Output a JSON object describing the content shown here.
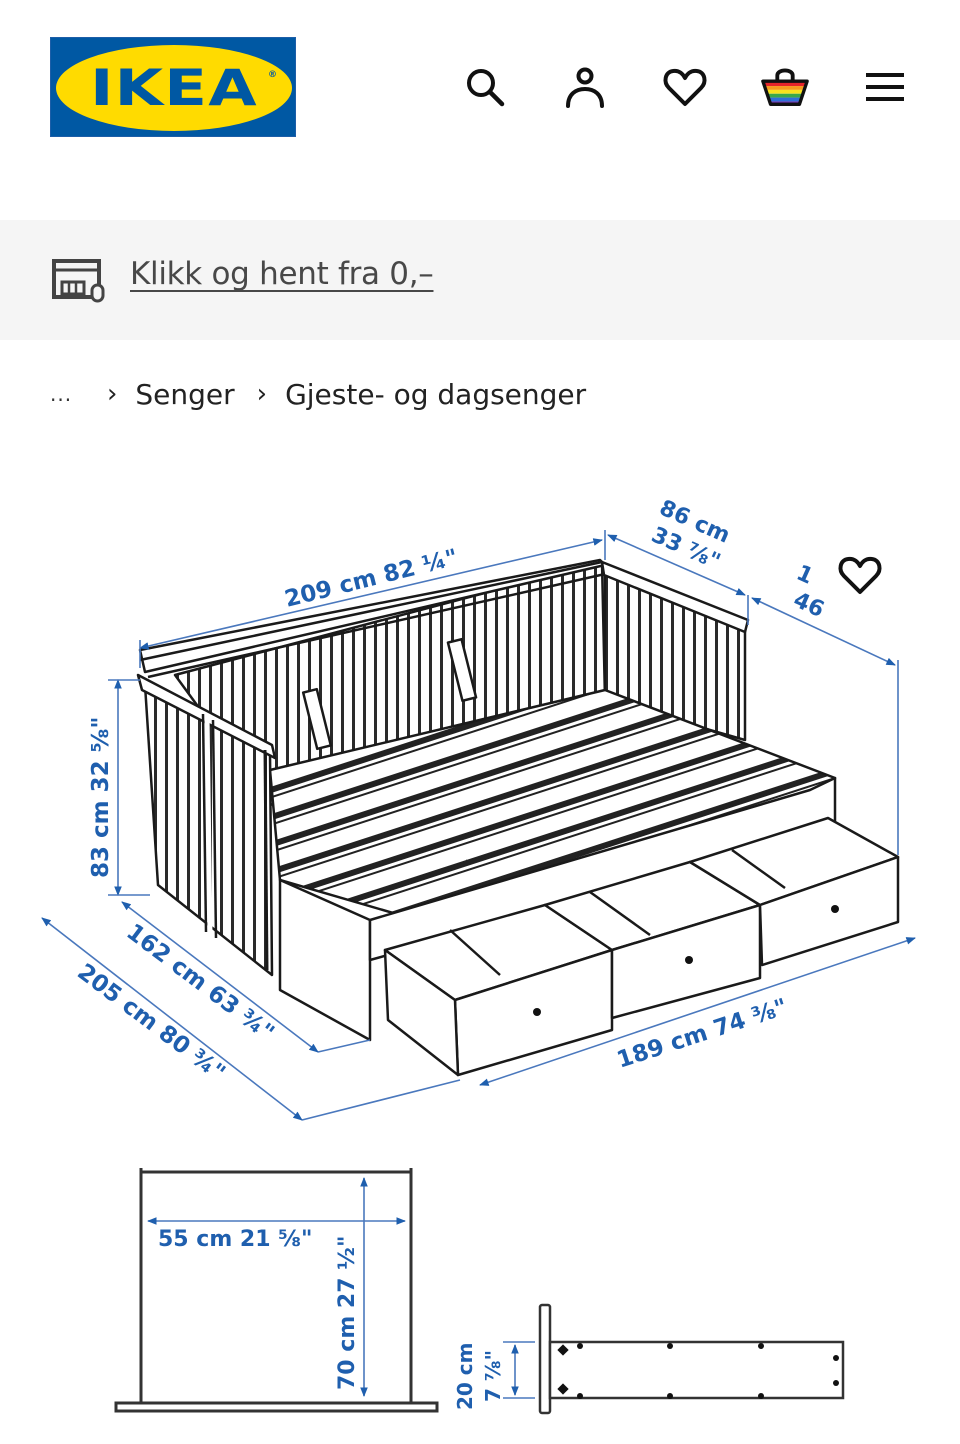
{
  "header": {
    "logo_text": "IKEA",
    "logo_reg": "®",
    "brand_colors": {
      "blue": "#0058a3",
      "yellow": "#ffdb00"
    },
    "icons": [
      "search-icon",
      "user-icon",
      "heart-icon",
      "shopping-bag-icon",
      "menu-icon"
    ]
  },
  "promo": {
    "icon": "click-and-collect-store-icon",
    "link_text": "Klikk og hent fra 0,–"
  },
  "breadcrumb": {
    "ellipsis": "...",
    "separator": "›",
    "items": [
      "Senger",
      "Gjeste- og dagsenger"
    ]
  },
  "product_image": {
    "favorite_icon": "heart-icon",
    "dimension_color": "#1f5fae",
    "dimensions": {
      "length_top": "209 cm 82 ¼\"",
      "depth_top_cm": "86 cm",
      "depth_top_in": "33 ⅞\"",
      "extended_cm_partial": "1",
      "extended_in_partial": "46",
      "height": "83 cm 32 ⅝\"",
      "width_closed": "162 cm 63 ¾\"",
      "width_open": "205 cm 80 ¾\"",
      "inner_length": "189 cm 74 ⅜\"",
      "mattress_width": "55 cm 21 ⅝\"",
      "mattress_length": "70 cm 27 ½\"",
      "drawer_height_cm": "20 cm",
      "drawer_height_in": "7 ⅞\""
    }
  }
}
